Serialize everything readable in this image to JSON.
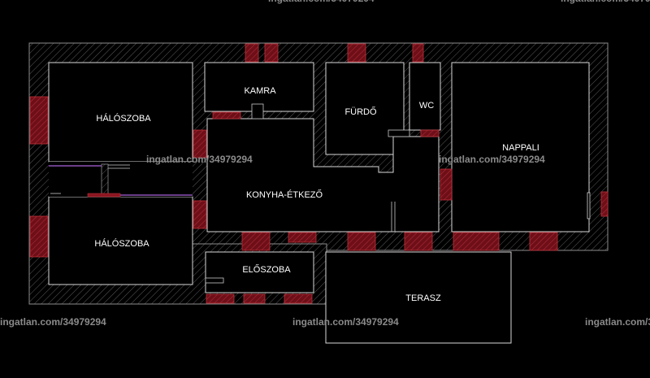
{
  "rooms": {
    "bedroom_1": "HÁLÓSZOBA",
    "bedroom_2": "HÁLÓSZOBA",
    "pantry": "KAMRA",
    "bathroom": "FÜRDŐ",
    "wc": "WC",
    "living_room": "NAPPALI",
    "kitchen_dining": "KONYHA-ÉTKEZŐ",
    "hall": "ELŐSZOBA",
    "terrace": "TERASZ"
  },
  "watermark": "ingatlan.com/34979294",
  "colors": {
    "background": "#000000",
    "wall_lines": "#8c8c8c",
    "room_outline": "#d8d8d8",
    "window_fill": "#8a1420",
    "text": "#ffffff",
    "watermark": "#8a8a8a"
  }
}
